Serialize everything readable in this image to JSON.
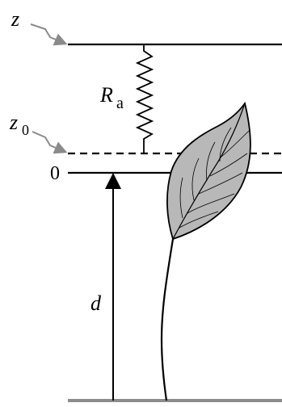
{
  "labels": {
    "z": "z",
    "z0_main": "z",
    "z0_sub": "0",
    "zero": "0",
    "ra_main": "R",
    "ra_sub": "a",
    "d": "d"
  },
  "colors": {
    "line": "#000000",
    "arrow_gray": "#8a8a8a",
    "leaf_fill": "#b8b8b8",
    "ground": "#8c8c8c"
  }
}
